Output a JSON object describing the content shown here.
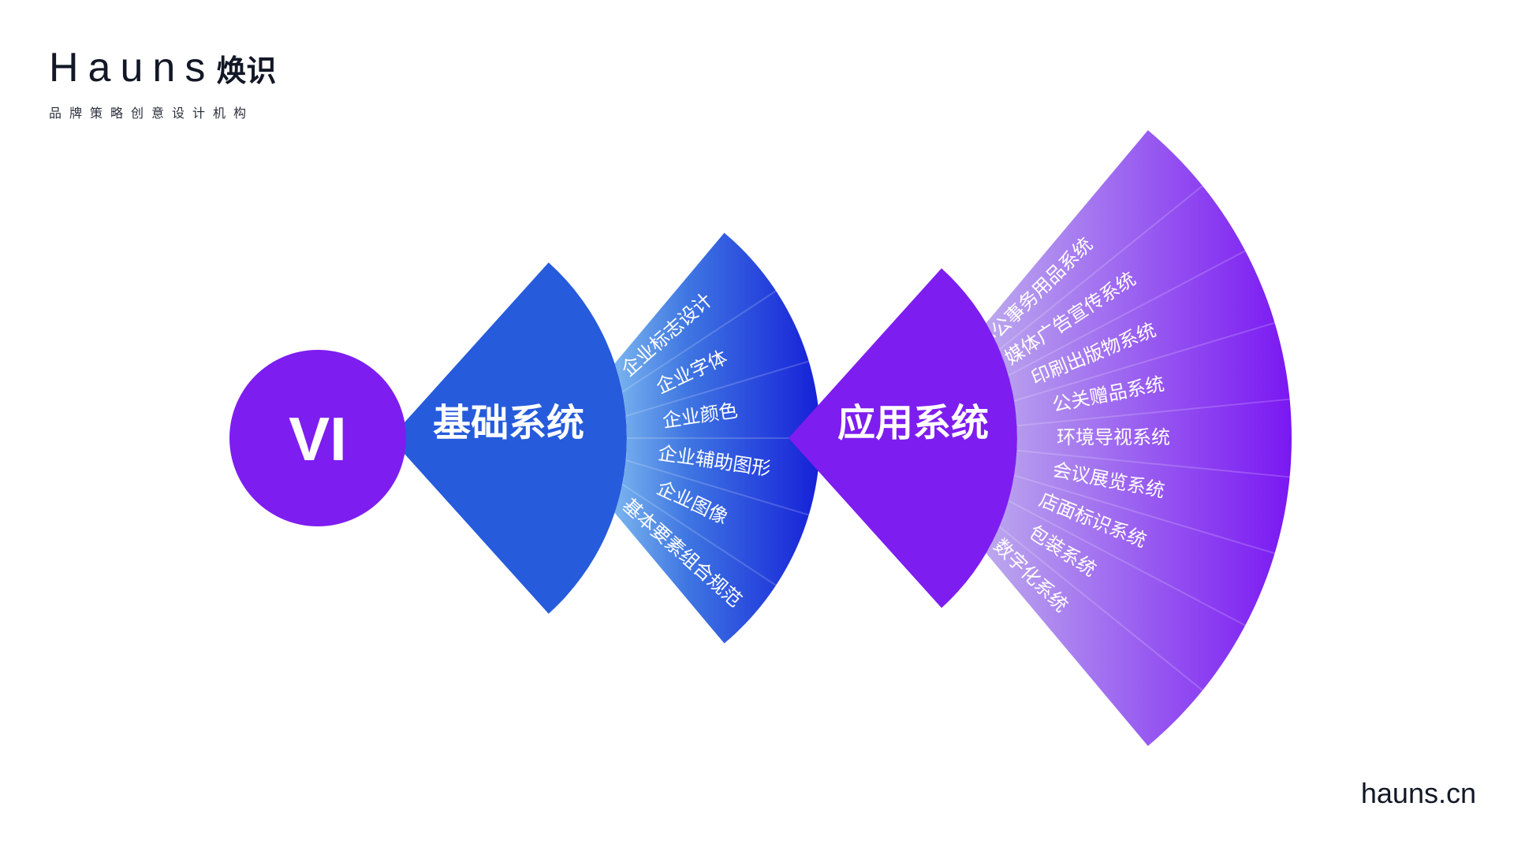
{
  "logo": {
    "wordmark": "Hauns",
    "name_cn": "焕识",
    "tagline": "品牌策略创意设计机构"
  },
  "website": "hauns.cn",
  "center": {
    "label": "VI"
  },
  "basic": {
    "title": "基础系统",
    "items": [
      "企业标志设计",
      "企业字体",
      "企业颜色",
      "企业辅助图形",
      "企业图像",
      "基本要素组合规范"
    ]
  },
  "application": {
    "title": "应用系统",
    "items": [
      "办公事务用品系统",
      "媒体广告宣传系统",
      "印刷出版物系统",
      "公关赠品系统",
      "环境导视系统",
      "会议展览系统",
      "店面标识系统",
      "包装系统",
      "数字化系统"
    ]
  },
  "colors": {
    "purple": "#7e1df0",
    "blue_dark": "#1722d9",
    "blue_mid": "#265bdc",
    "blue_light": "#6fa9ec",
    "purple_light": "#b499ee"
  }
}
